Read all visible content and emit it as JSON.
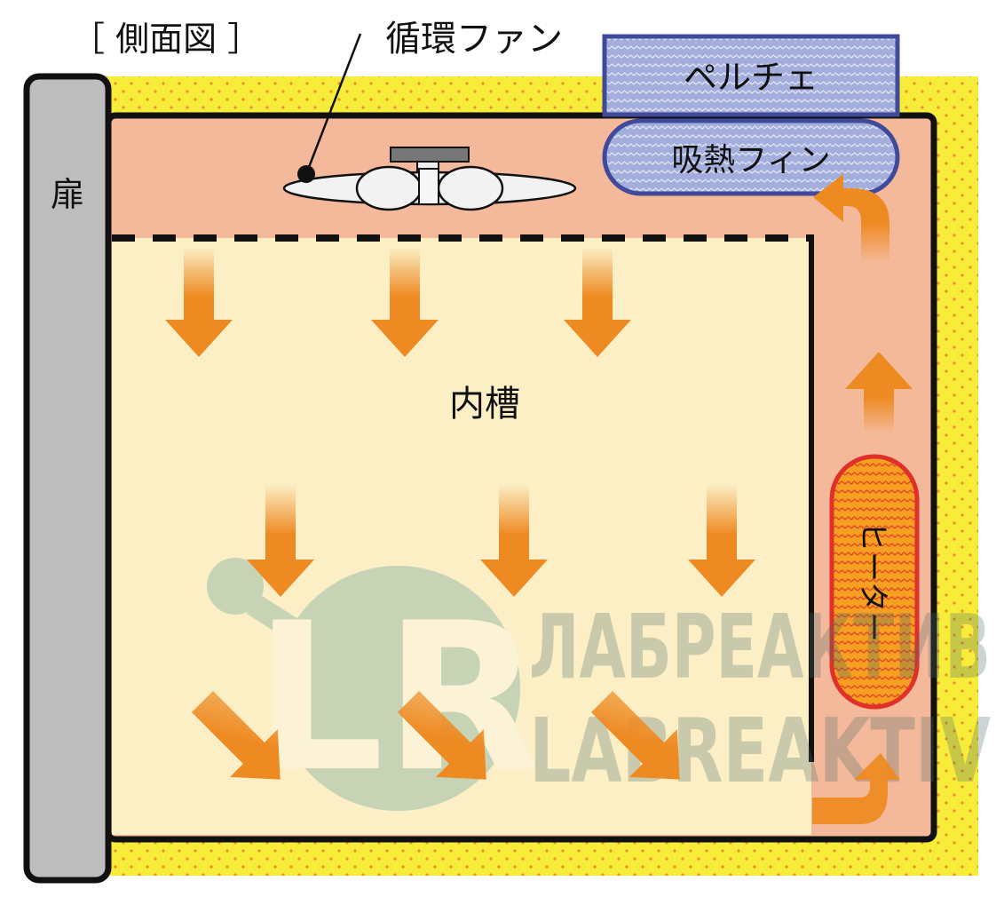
{
  "view_label": "［ 側面図 ］",
  "labels": {
    "fan": "循環ファン",
    "peltier": "ペルチェ",
    "fin": "吸熱フィン",
    "door": "扉",
    "inner": "内槽",
    "heater": "ヒーター"
  },
  "watermark": {
    "logo": "LR",
    "line1": "ЛАБРЕАКТИВ",
    "line2": "LABREAKTIV"
  },
  "colors": {
    "insulation": "#f7ec3a",
    "insulation_dots": "#e9932a",
    "duct": "#f4b99a",
    "inner": "#fcefc6",
    "arrow": "#ee8a22",
    "door": "#bdbdbd",
    "peltier": "#a4aedd",
    "peltier_border": "#3f4a9a",
    "heater": "#f5a020",
    "heater_border": "#e0302a",
    "outline": "#111111"
  }
}
